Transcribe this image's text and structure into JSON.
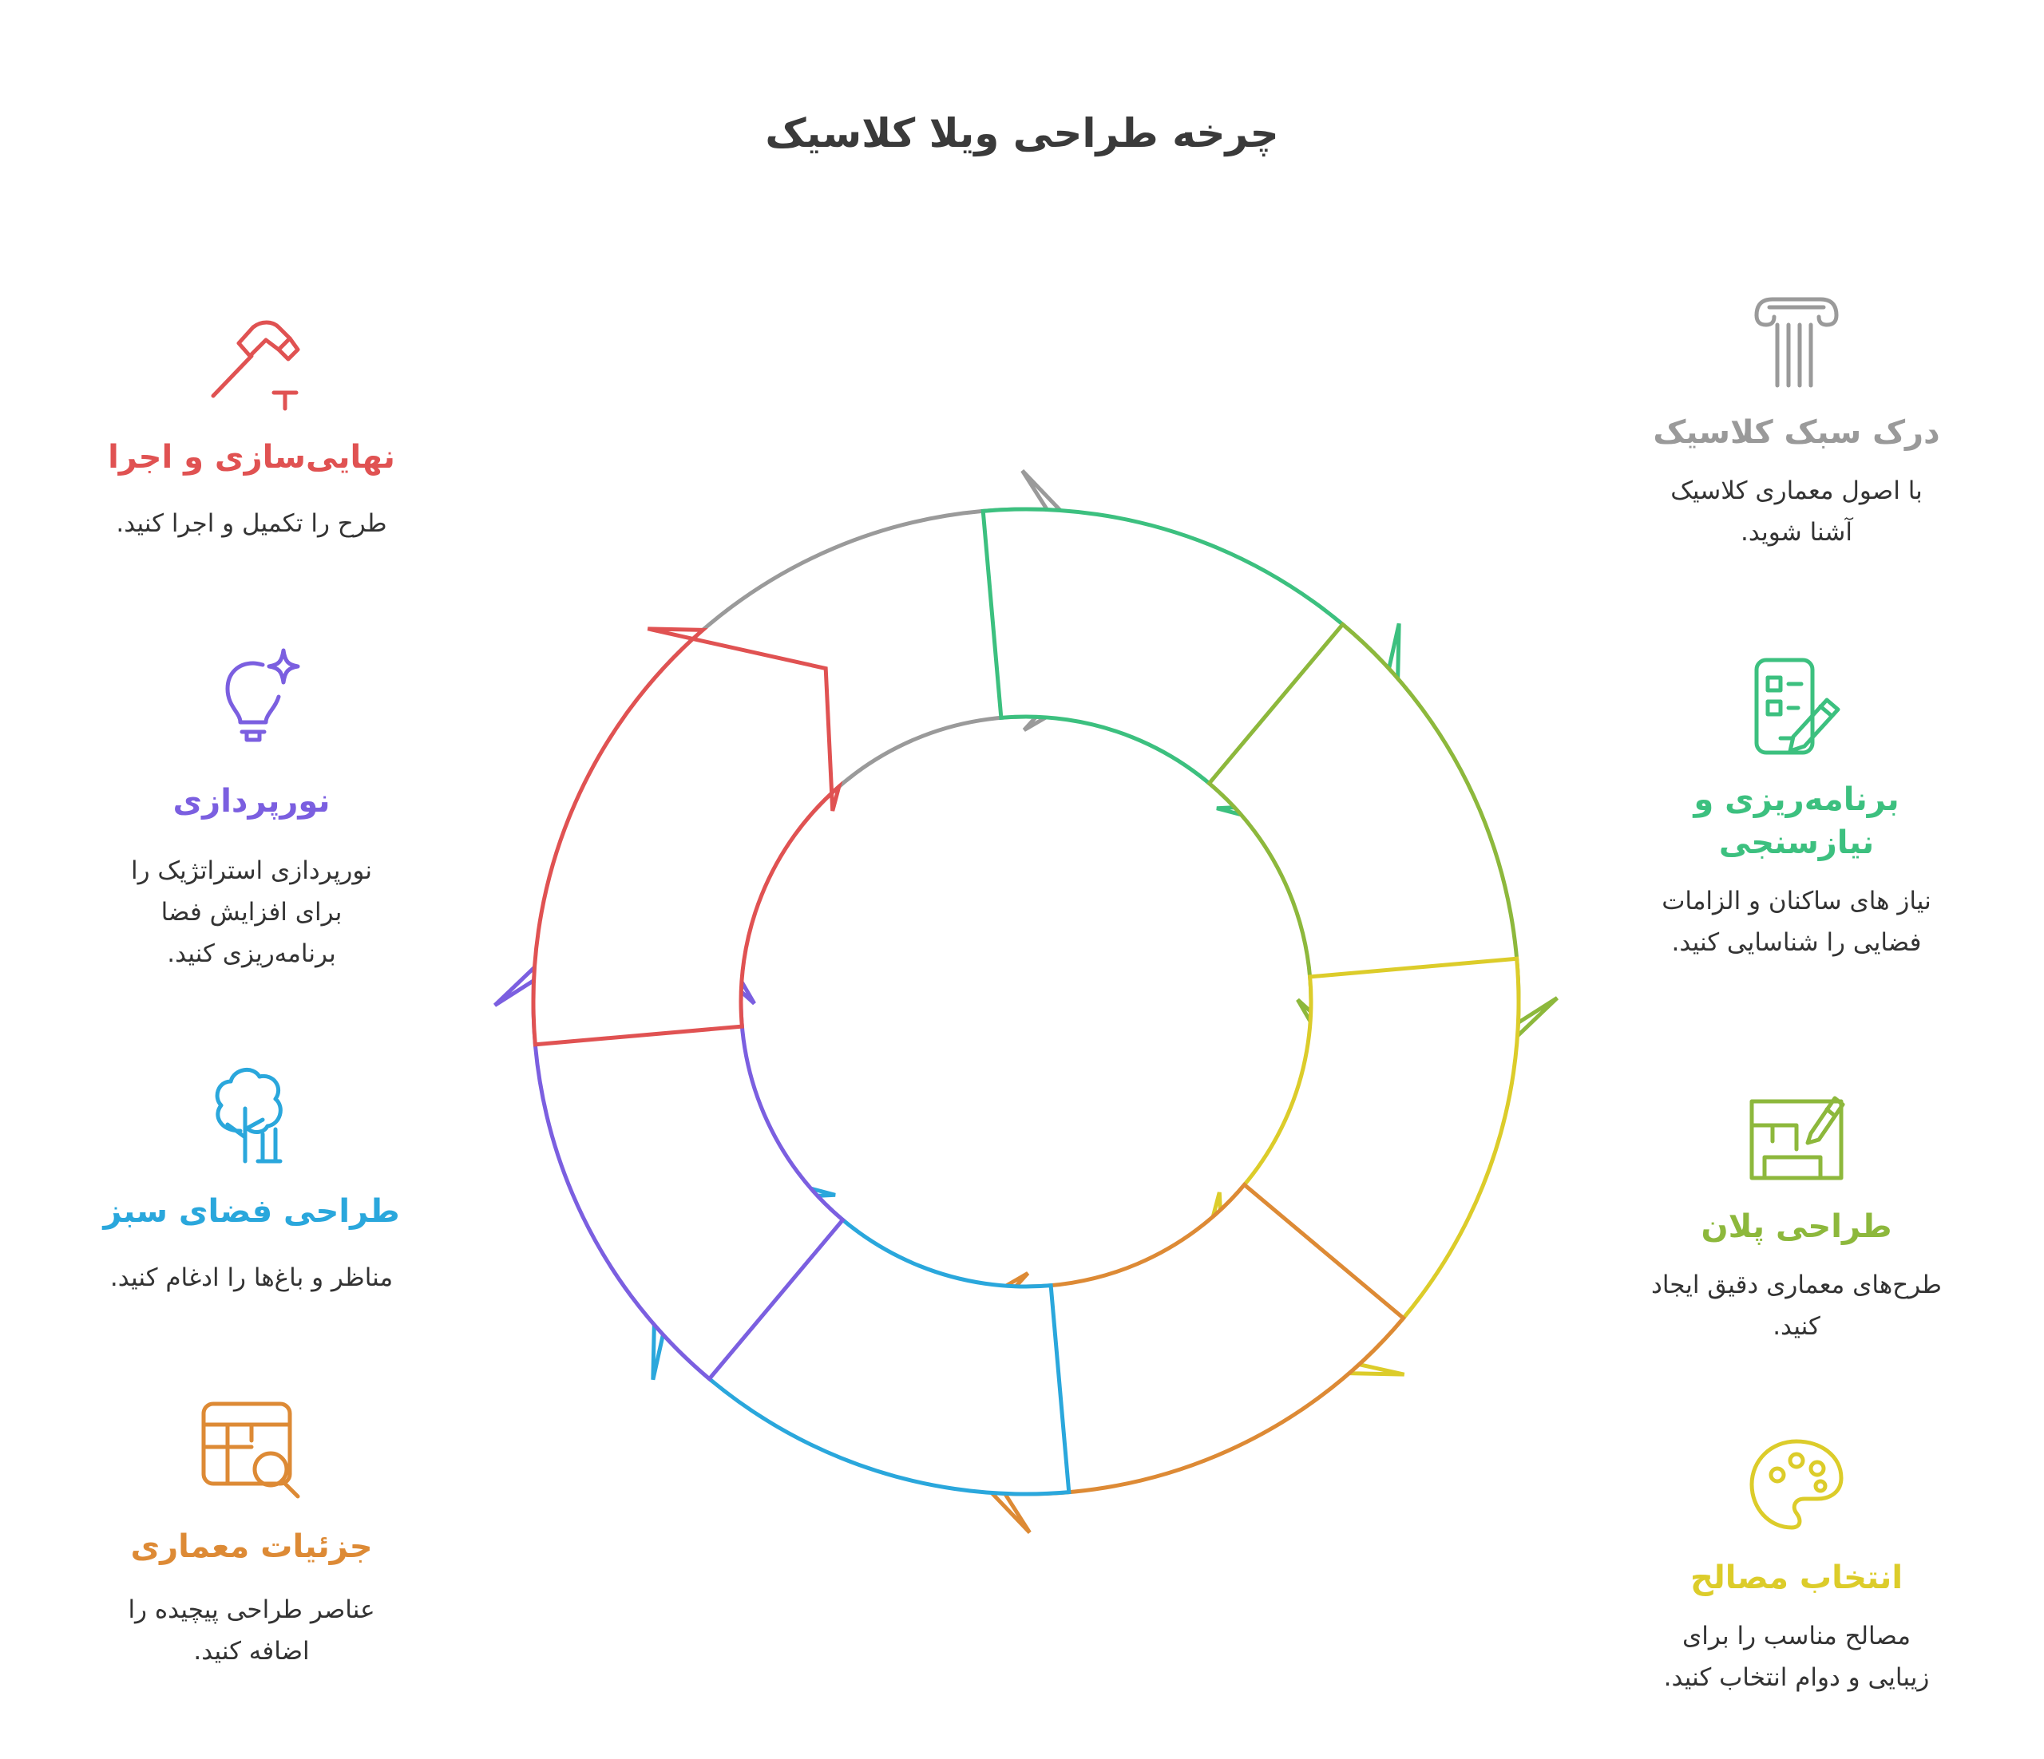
{
  "title": "چرخه طراحی ویلا کلاسیک",
  "colors": {
    "gray": "#9a9a9a",
    "green": "#3cc07f",
    "lime": "#8db83c",
    "yellow": "#dccc2a",
    "orange": "#dd8a35",
    "blue": "#2aa7dc",
    "purple": "#7b5fe0",
    "red": "#e05252"
  },
  "steps": [
    {
      "title": "درک سبک کلاسیک",
      "desc": "با اصول معماری کلاسیک آشنا شوید.",
      "color": "#9a9a9a",
      "icon": "column-icon"
    },
    {
      "title": "برنامه‌ریزی و نیازسنجی",
      "desc": "نیاز های ساکنان و الزامات فضایی را شناسایی کنید.",
      "color": "#3cc07f",
      "icon": "checklist-pencil-icon"
    },
    {
      "title": "طراحی پلان",
      "desc": "طرح‌های معماری دقیق ایجاد کنید.",
      "color": "#8db83c",
      "icon": "blueprint-icon"
    },
    {
      "title": "انتخاب مصالح",
      "desc": "مصالح مناسب را برای زیبایی و دوام انتخاب کنید.",
      "color": "#dccc2a",
      "icon": "palette-icon"
    },
    {
      "title": "جزئیات معماری",
      "desc": "عناصر طراحی پیچیده را اضافه کنید.",
      "color": "#dd8a35",
      "icon": "table-search-icon"
    },
    {
      "title": "طراحی فضای سبز",
      "desc": "مناظر و باغ‌ها را ادغام کنید.",
      "color": "#2aa7dc",
      "icon": "tree-icon"
    },
    {
      "title": "نورپردازی",
      "desc": "نورپردازی استراتژیک را برای افزایش فضا برنامه‌ریزی کنید.",
      "color": "#7b5fe0",
      "icon": "lightbulb-sparkle-icon"
    },
    {
      "title": "نهایی‌سازی و اجرا",
      "desc": "طرح را تکمیل و اجرا کنید.",
      "color": "#e05252",
      "icon": "hammer-icon"
    }
  ]
}
